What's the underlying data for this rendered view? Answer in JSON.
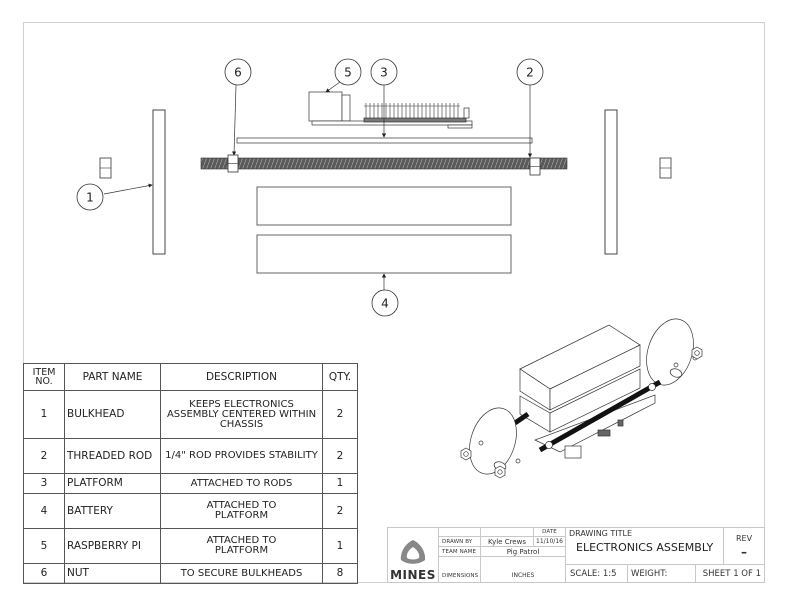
{
  "drawing": {
    "views": {
      "front_view": "exploded-front-view",
      "iso_view": "isometric-assembled-view"
    },
    "balloons": [
      {
        "item": "1",
        "target": "bulkhead"
      },
      {
        "item": "2",
        "target": "threaded-rod"
      },
      {
        "item": "3",
        "target": "platform"
      },
      {
        "item": "4",
        "target": "battery"
      },
      {
        "item": "5",
        "target": "raspberry-pi"
      },
      {
        "item": "6",
        "target": "nut"
      }
    ]
  },
  "bom": {
    "headers": {
      "item_no": "ITEM NO.",
      "part_name": "PART NAME",
      "description": "DESCRIPTION",
      "qty": "QTY."
    },
    "rows": [
      {
        "item": "1",
        "part": "BULKHEAD",
        "description": "KEEPS ELECTRONICS ASSEMBLY CENTERED WITHIN CHASSIS",
        "qty": "2"
      },
      {
        "item": "2",
        "part": "THREADED ROD",
        "description": "1/4\" ROD PROVIDES STABILITY",
        "qty": "2"
      },
      {
        "item": "3",
        "part": "PLATFORM",
        "description": "ATTACHED TO RODS",
        "qty": "1"
      },
      {
        "item": "4",
        "part": "BATTERY",
        "description": "ATTACHED TO PLATFORM",
        "qty": "2"
      },
      {
        "item": "5",
        "part": "RASPBERRY PI",
        "description": "ATTACHED TO PLATFORM",
        "qty": "1"
      },
      {
        "item": "6",
        "part": "NUT",
        "description": "TO SECURE BULKHEADS",
        "qty": "8"
      }
    ]
  },
  "title_block": {
    "logo_text": "MINES",
    "logo_icon": "mines-triangle-logo",
    "date_label": "DATE",
    "drawn_by_label": "DRAWN BY",
    "drawn_by": "Kyle Crews",
    "date": "11/10/16",
    "team_name_label": "TEAM NAME",
    "team_name": "Pig Patrol",
    "dimensions_label": "DIMENSIONS",
    "dimensions": "INCHES",
    "drawing_title_label": "DRAWING TITLE",
    "drawing_title": "ELECTRONICS ASSEMBLY",
    "rev_label": "REV",
    "rev": "–",
    "scale": "SCALE: 1:5",
    "weight": "WEIGHT:",
    "sheet": "SHEET 1 OF 1"
  },
  "colors": {
    "line": "#333333",
    "rod_fill": "#4a4a4a",
    "border": "#d0d0d0"
  }
}
